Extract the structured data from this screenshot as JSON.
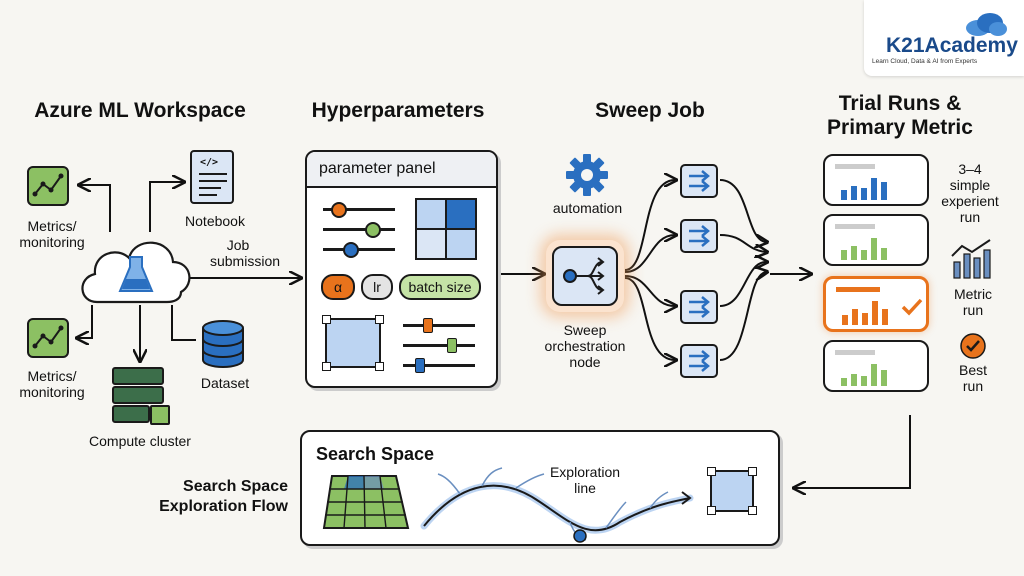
{
  "brand": {
    "name": "K21Academy",
    "tagline": "Learn Cloud, Data & AI from Experts"
  },
  "headers": {
    "workspace": "Azure ML Workspace",
    "hyperparameters": "Hyperparameters",
    "sweep": "Sweep Job",
    "trials_line1": "Trial Runs &",
    "trials_line2": "Primary Metric"
  },
  "workspace": {
    "metrics_top_1": "Metrics/",
    "metrics_top_2": "monitoring",
    "notebook": "Notebook",
    "job_1": "Job",
    "job_2": "submission",
    "metrics_bottom_1": "Metrics/",
    "metrics_bottom_2": "monitoring",
    "dataset": "Dataset",
    "compute": "Compute cluster"
  },
  "parameter_panel": {
    "title": "parameter panel",
    "chips": [
      "α",
      "lr",
      "batch size"
    ]
  },
  "sweep": {
    "automation": "automation",
    "node_1": "Sweep",
    "node_2": "orchestration",
    "node_3": "node"
  },
  "trials": {
    "label_a_1": "3–4",
    "label_a_2": "simple",
    "label_a_3": "experient",
    "label_a_4": "run",
    "metric_1": "Metric",
    "metric_2": "run",
    "best_1": "Best",
    "best_2": "run"
  },
  "search_space": {
    "title": "Search Space",
    "exploration_1": "Exploration",
    "exploration_2": "line",
    "side_1": "Search Space",
    "side_2": "Exploration Flow"
  },
  "colors": {
    "green": "#8cc063",
    "blue": "#2a6fc0",
    "orange": "#e8731c",
    "light_blue": "#bcd4f2"
  }
}
